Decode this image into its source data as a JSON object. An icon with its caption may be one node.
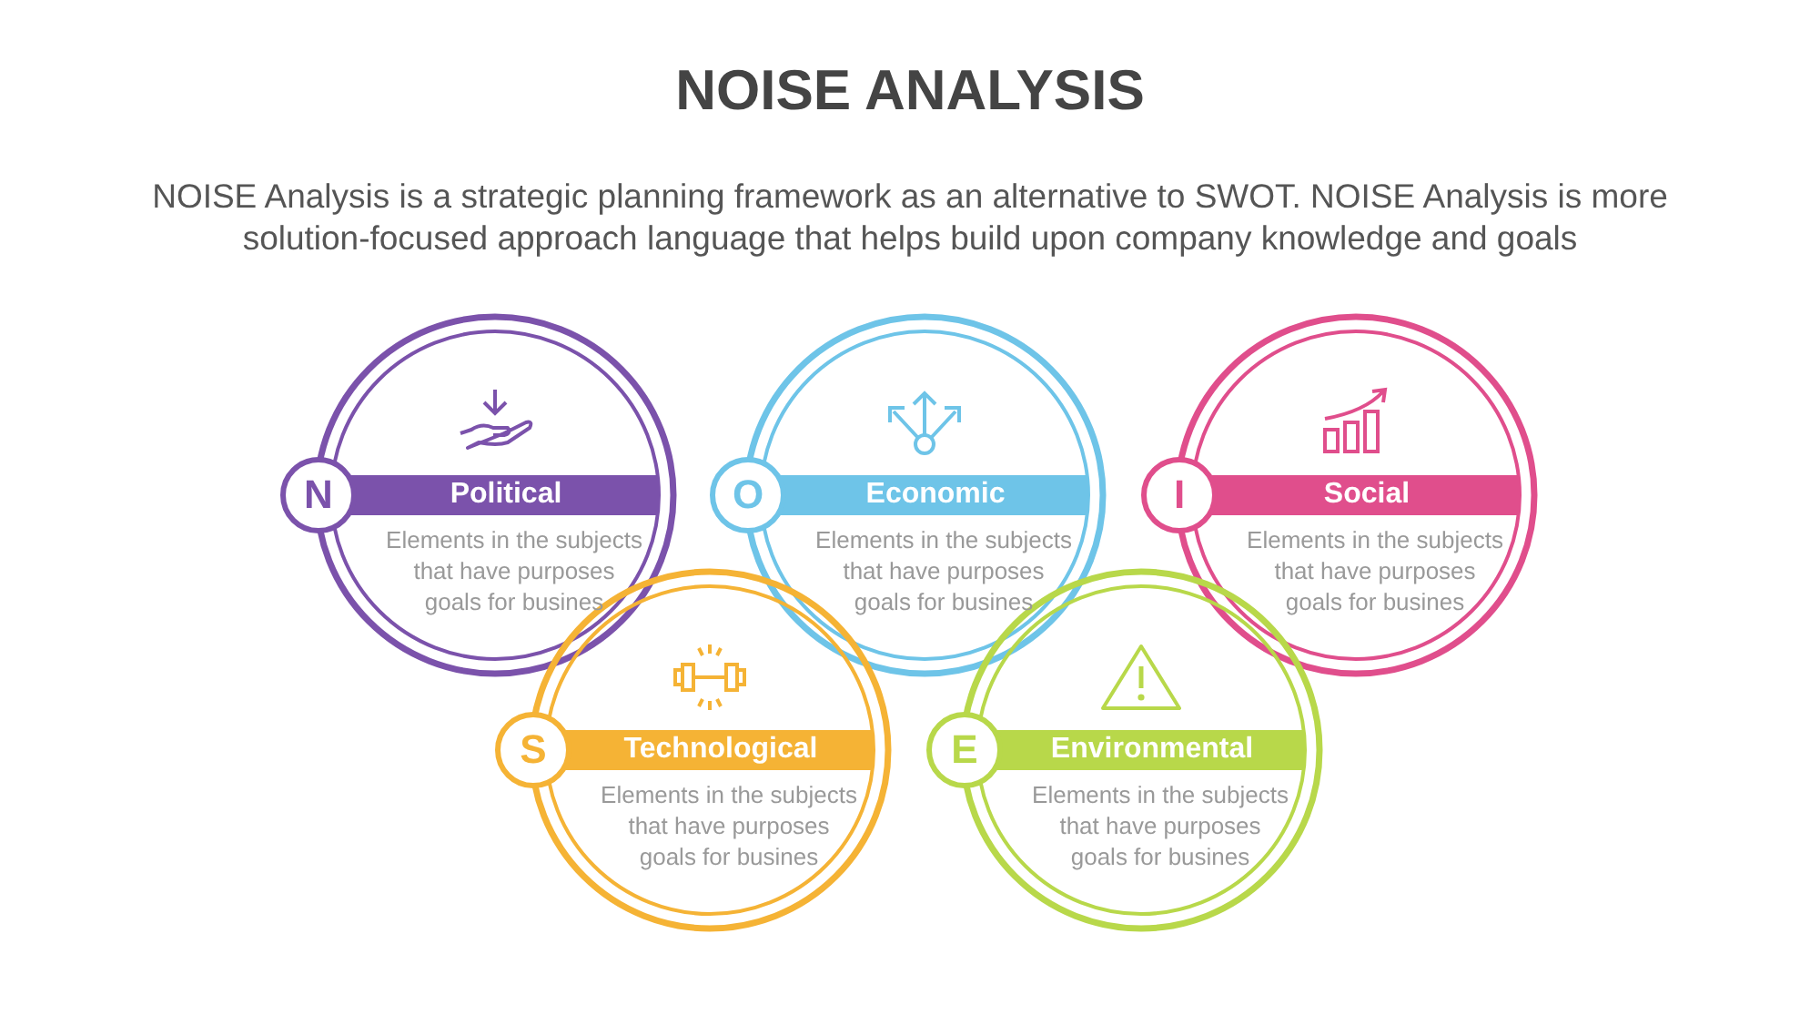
{
  "diagram": {
    "title": "NOISE ANALYSIS",
    "nodes": [
      {
        "text": [
          "N",
          "Political",
          "Elements in the subjects that have purposes goals for busines"
        ]
      },
      {
        "text": [
          "O",
          "Economic",
          "Elements in the subjects that have purposes goals for busines"
        ]
      },
      {
        "text": [
          "I",
          "Social",
          "Elements in the subjects that have purposes goals for busines"
        ]
      },
      {
        "text": [
          "S",
          "Technological",
          "Elements in the subjects that have purposes goals for busines"
        ]
      },
      {
        "text": [
          "E",
          "Environmental",
          "Elements in the subjects that have purposes goals for busines"
        ]
      }
    ],
    "edges": [],
    "labels": [
      "NOISE Analysis is a strategic planning framework as an alternative to SWOT. NOISE Analysis is more solution-focused approach language that helps build upon company knowledge and goals"
    ]
  }
}
